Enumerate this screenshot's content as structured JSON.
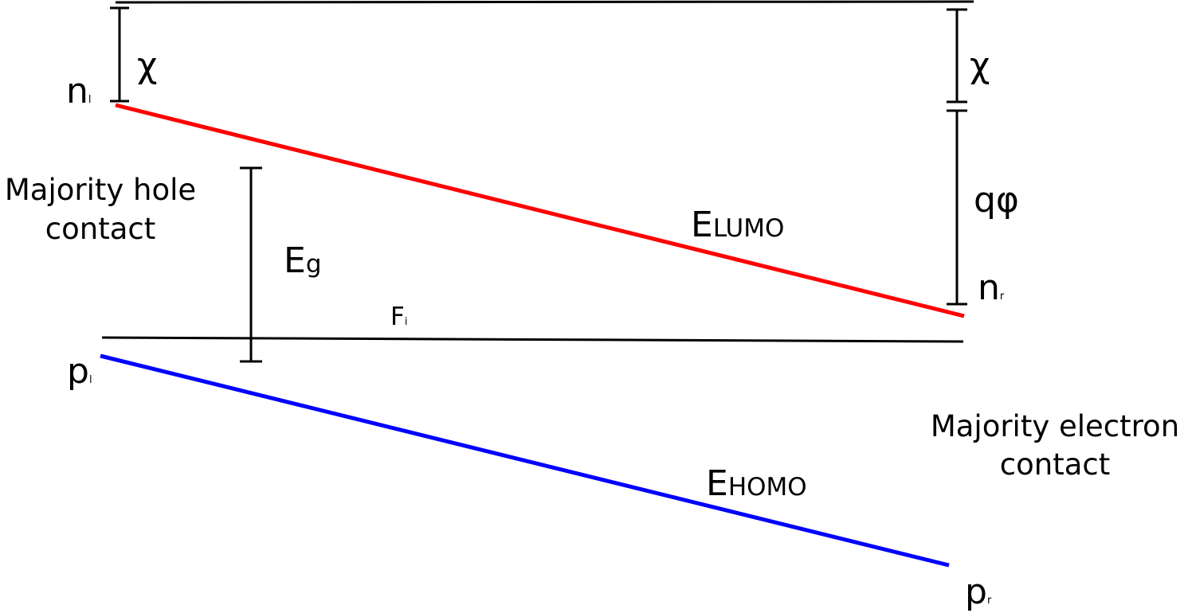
{
  "labels": {
    "chi_left": "χ",
    "chi_right": "χ",
    "q_phi": "qφ",
    "n_left": {
      "main": "n",
      "sub": "l"
    },
    "n_right": {
      "main": "n",
      "sub": "r"
    },
    "p_left": {
      "main": "p",
      "sub": "l"
    },
    "p_right": {
      "main": "p",
      "sub": "r"
    },
    "e_g": {
      "main": "E",
      "sub": "g"
    },
    "f_i": {
      "main": "F",
      "sub": "i"
    },
    "e_lumo": {
      "main": "E",
      "sub": "LUMO"
    },
    "e_homo": {
      "main": "E",
      "sub": "HOMO"
    },
    "hole_contact": {
      "line1": "Majority hole",
      "line2": "contact"
    },
    "electron_contact": {
      "line1": "Majority electron",
      "line2": "contact"
    }
  },
  "colors": {
    "lumo": "#ff0000",
    "homo": "#0000ff",
    "ink": "#000000",
    "background": "#ffffff"
  }
}
